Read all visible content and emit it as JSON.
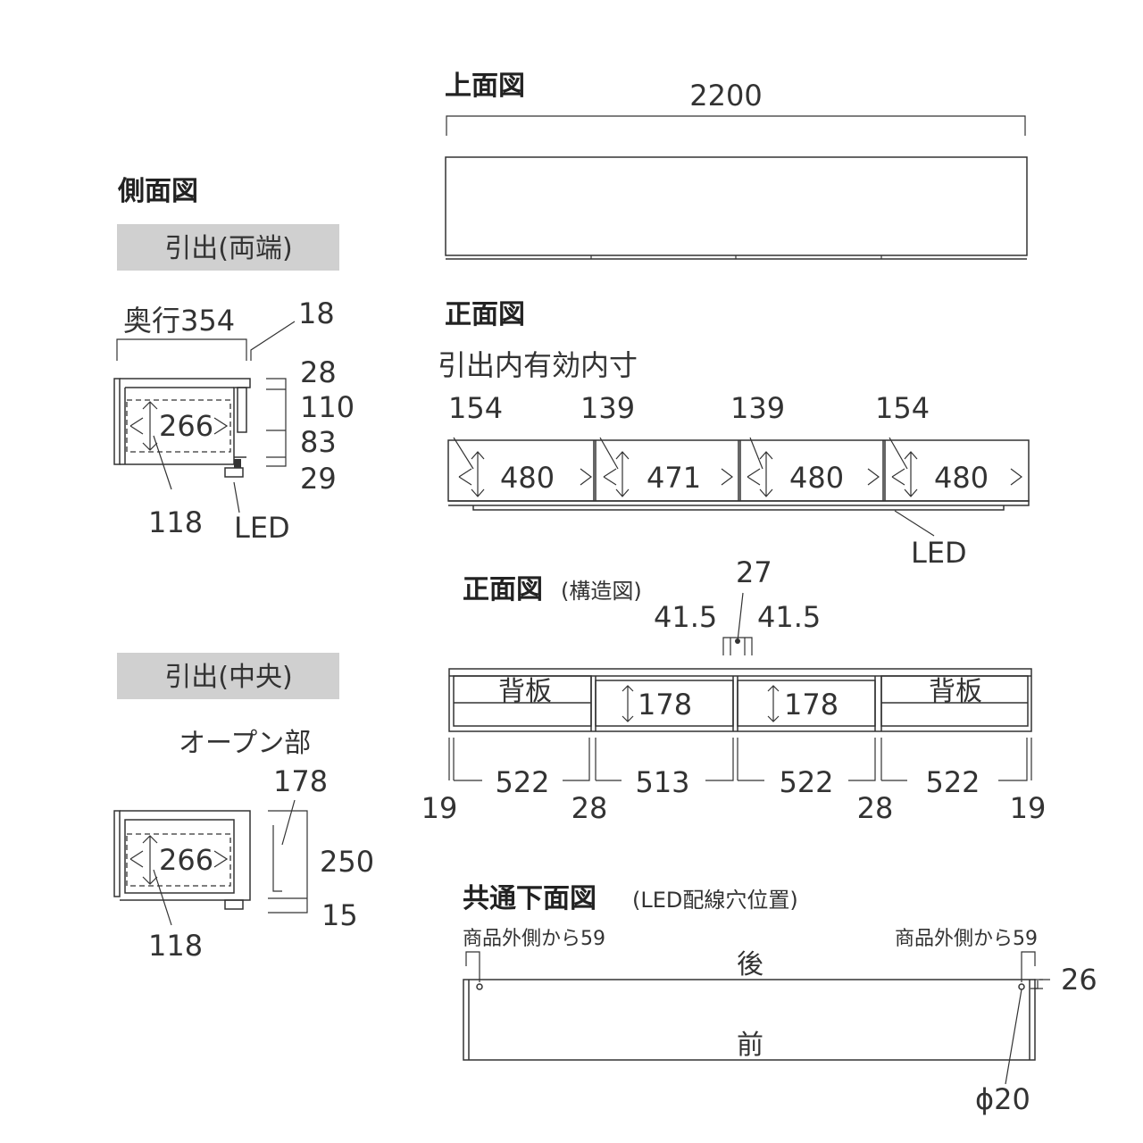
{
  "side_view": {
    "title": "側面図",
    "end_drawer": {
      "label": "引出(両端)",
      "depth": "奥行354",
      "d18": "18",
      "d28": "28",
      "d110": "110",
      "d83": "83",
      "d29": "29",
      "d266": "266",
      "d118": "118",
      "led": "LED"
    },
    "center_drawer": {
      "label": "引出(中央)",
      "open_label": "オープン部",
      "d178": "178",
      "d250": "250",
      "d15": "15",
      "d266": "266",
      "d118": "118"
    }
  },
  "top_view": {
    "title": "上面図",
    "width": "2200"
  },
  "front_view": {
    "title": "正面図",
    "inner_label": "引出内有効内寸",
    "heights": [
      "154",
      "139",
      "139",
      "154"
    ],
    "widths": [
      "480",
      "471",
      "480",
      "480"
    ],
    "led": "LED"
  },
  "structure_view": {
    "title": "正面図",
    "subtitle": "(構造図)",
    "d27": "27",
    "d41_left": "41.5",
    "d41_right": "41.5",
    "back_board": "背板",
    "inner_h": "178",
    "widths": [
      "522",
      "513",
      "522",
      "522"
    ],
    "gaps": [
      "19",
      "28",
      "28",
      "19"
    ]
  },
  "bottom_view": {
    "title": "共通下面図",
    "subtitle": "(LED配線穴位置)",
    "from_left": "商品外側から59",
    "from_right": "商品外側から59",
    "back": "後",
    "front": "前",
    "d26": "26",
    "hole": "ϕ20"
  }
}
